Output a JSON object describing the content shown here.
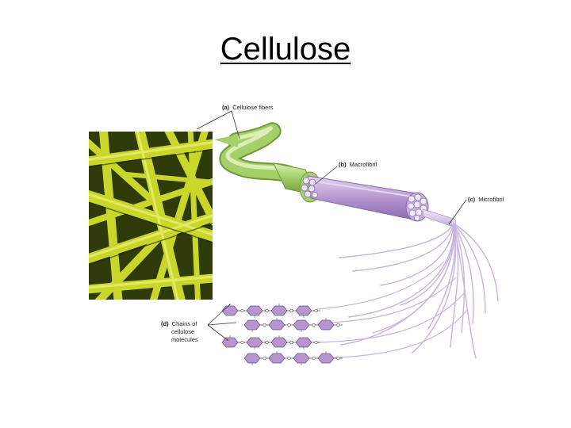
{
  "slide": {
    "title": "Cellulose"
  },
  "diagram": {
    "labels": {
      "a_letter": "(a)",
      "a_text": "Cellulose fibers",
      "b_letter": "(b)",
      "b_text": "Macrofibril",
      "c_letter": "(c)",
      "c_text": "Microfibril",
      "d_letter": "(d)",
      "d_line1": "Chains of",
      "d_line2": "cellulose",
      "d_line3": "molecules"
    },
    "colors": {
      "micrograph_bg": "#2e3a08",
      "micrograph_fiber": "#c8d62a",
      "fiber_green": "#a6cf6a",
      "macrofibril_purple": "#b596cf",
      "microfibril_purple": "#d9c8ea",
      "strand_purple": "#c9b3e0",
      "ring": "#b89fd4"
    }
  }
}
